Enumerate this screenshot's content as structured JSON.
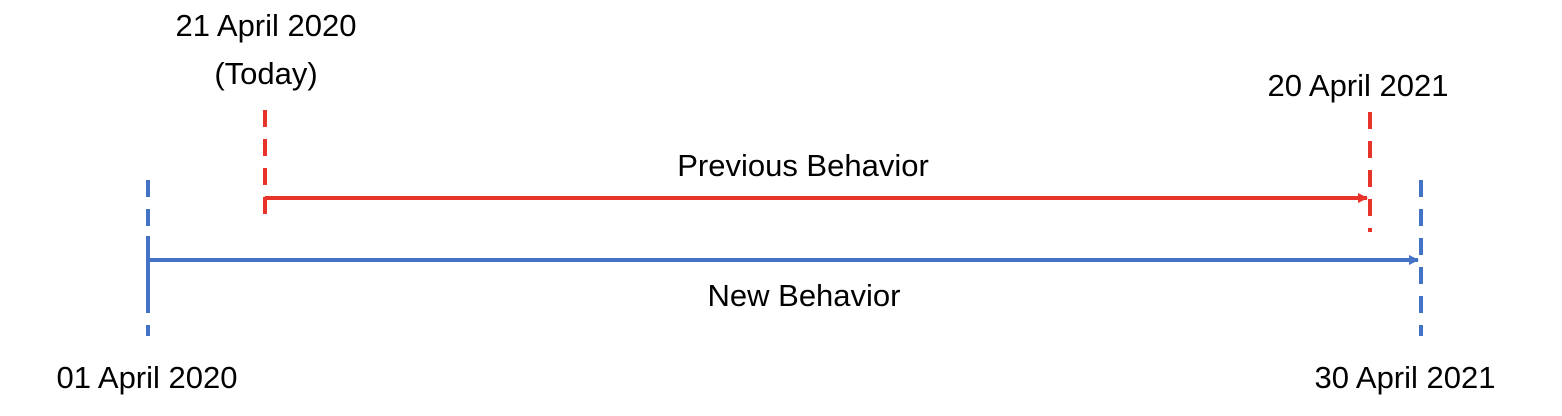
{
  "colors": {
    "previous": "#e8332a",
    "new": "#4472c4",
    "text": "#000000"
  },
  "timeline": {
    "today_date": "21 April 2020",
    "today_note": "(Today)",
    "previous_end_date": "20 April 2021",
    "previous_label": "Previous Behavior",
    "new_start_date": "01 April 2020",
    "new_end_date": "30 April 2021",
    "new_label": "New Behavior"
  }
}
